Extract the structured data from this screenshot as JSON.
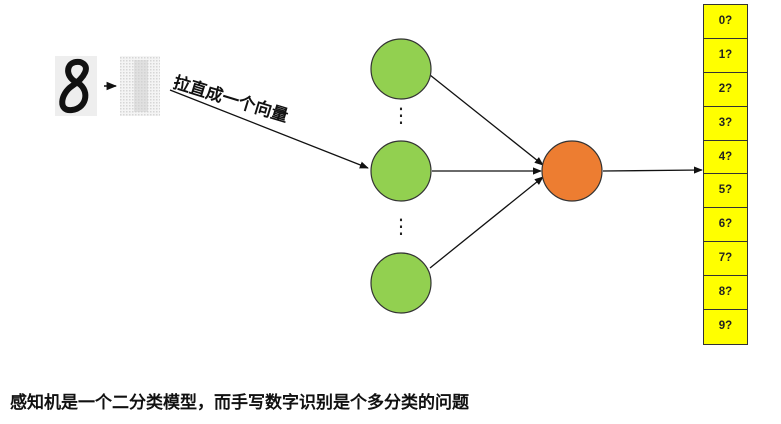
{
  "flatten_label": "拉直成一个向量",
  "vertical_ellipsis": "⋮",
  "classes": [
    "0?",
    "1?",
    "2?",
    "3?",
    "4?",
    "5?",
    "6?",
    "7?",
    "8?",
    "9?"
  ],
  "caption": "感知机是一个二分类模型，而手写数字识别是个多分类的问题",
  "colors": {
    "input_neuron": "#92d050",
    "output_neuron": "#ed7d31",
    "class_box": "#ffff00",
    "stroke": "#333333"
  },
  "icons": {
    "digit_image": "digit-8-image",
    "flattened_image": "flattened-vector-image",
    "cursor": "text-cursor-icon"
  }
}
